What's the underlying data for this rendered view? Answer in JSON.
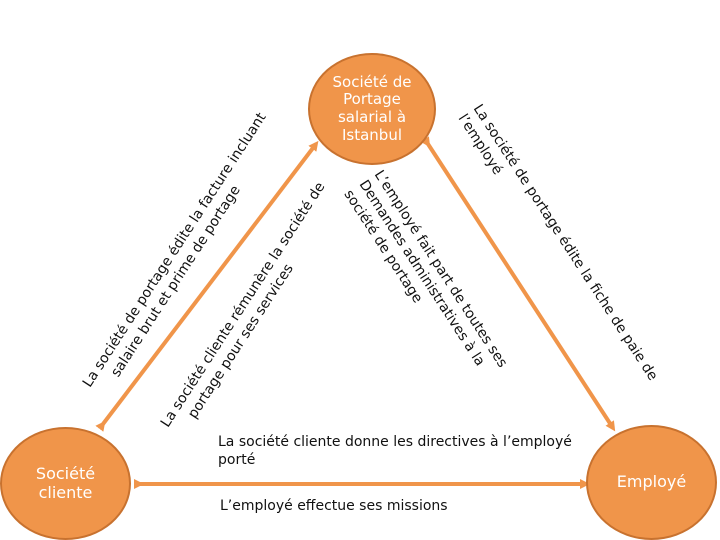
{
  "nodes": {
    "top": "Société de Portage salarial à Istanbul",
    "left": "Société cliente",
    "right": "Employé"
  },
  "labels": {
    "left_outer_line1": "La société de portage édite la facture incluant",
    "left_outer_line2": "salaire brut et prime de portage",
    "left_inner_line1": "La société cliente rémunère la société de",
    "left_inner_line2": "portage pour ses services",
    "right_inner_line1": "L’employé fait part de toutes ses",
    "right_inner_line2": "Demandes administratives à la",
    "right_inner_line3": "société de portage",
    "right_outer_line1": "La société de portage édite la fiche de paie de",
    "right_outer_line2": "l’employé",
    "bottom_top_line1": "La société cliente donne les directives à l’employé",
    "bottom_top_line2": "porté",
    "bottom_bottom": "L’employé effectue ses missions"
  },
  "colors": {
    "node_fill": "#f0954a",
    "arrow": "#f0954a",
    "text": "#111111"
  }
}
